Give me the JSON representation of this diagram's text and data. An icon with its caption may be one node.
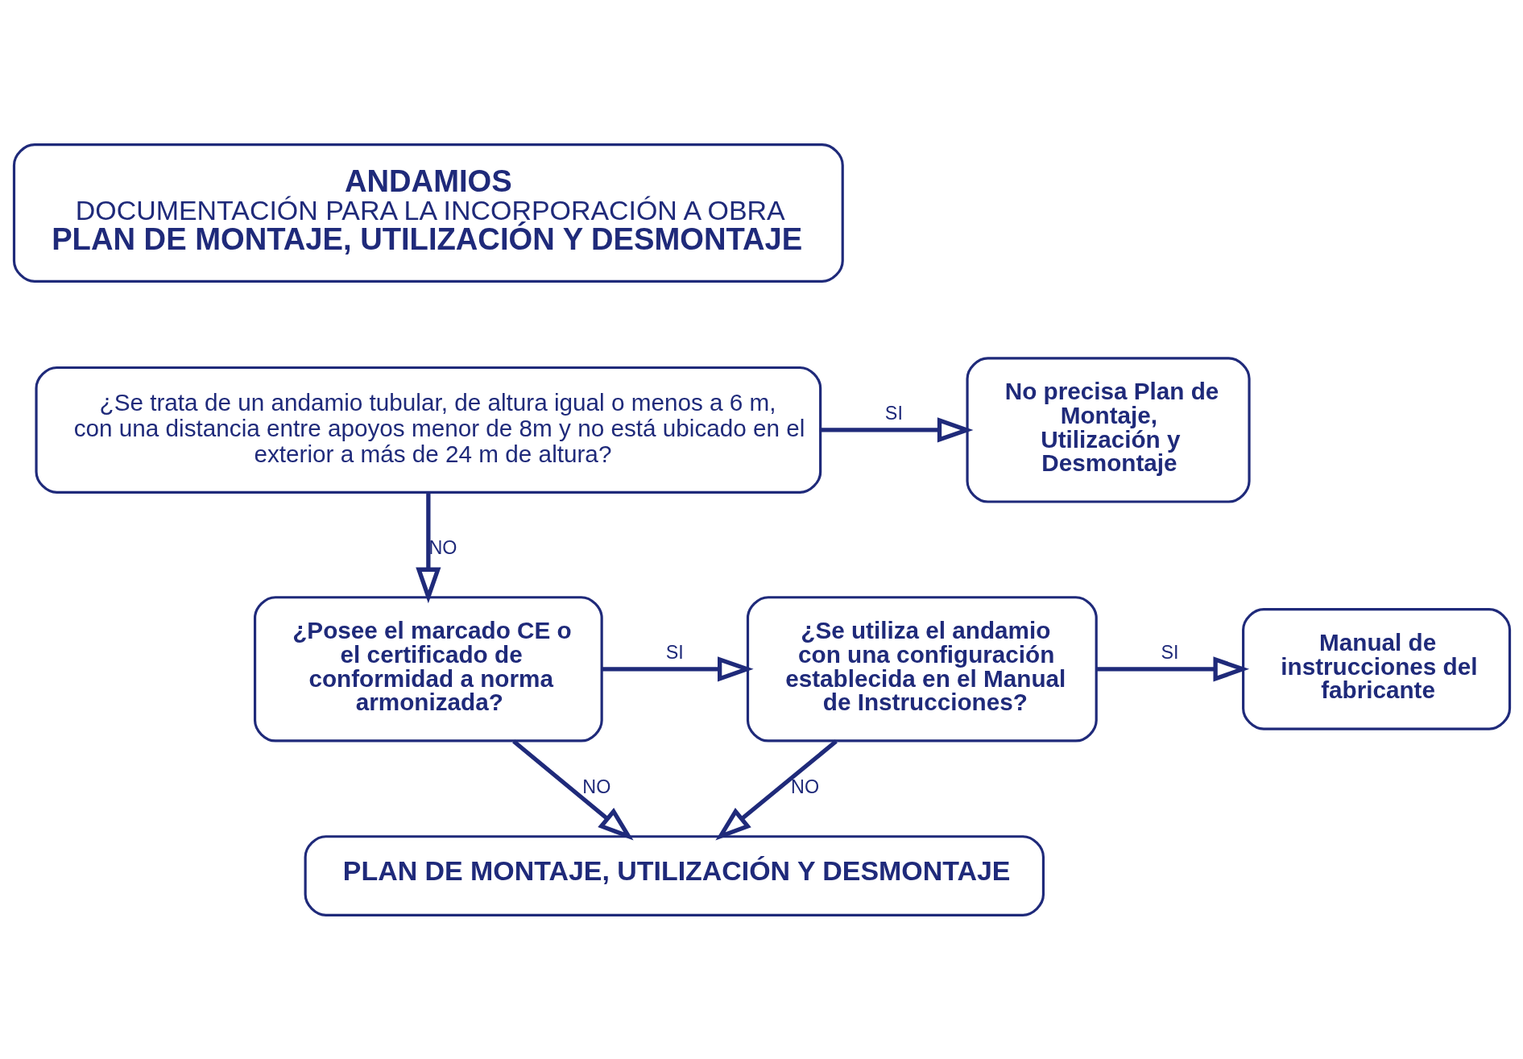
{
  "diagram": {
    "nodes": [
      {
        "text": [
          "ANDAMIOS",
          "DOCUMENTACIÓN PARA LA INCORPORACIÓN A OBRA",
          "PLAN DE MONTAJE, UTILIZACIÓN Y DESMONTAJE"
        ]
      },
      {
        "text": [
          "¿Se trata de un andamio tubular, de altura igual o menos a 6 m, con una distancia entre apoyos menor de 8m y no está ubicado en el exterior a más de 24 m de altura?"
        ]
      },
      {
        "text": [
          "No precisa Plan de Montaje, Utilización y Desmontaje"
        ]
      },
      {
        "text": [
          "¿Posee el marcado CE o el certificado de conformidad a norma armonizada?"
        ]
      },
      {
        "text": [
          "¿Se utiliza el andamio con una configuración establecida en el Manual de Instrucciones?"
        ]
      },
      {
        "text": [
          "Manual de instrucciones del fabricante"
        ]
      },
      {
        "text": [
          "PLAN DE MONTAJE, UTILIZACIÓN Y DESMONTAJE"
        ]
      }
    ],
    "edges": [
      {
        "from": 1,
        "to": 2,
        "arrow": "to",
        "label": "SI"
      },
      {
        "from": 1,
        "to": 3,
        "arrow": "to",
        "label": "NO"
      },
      {
        "from": 3,
        "to": 4,
        "arrow": "to",
        "label": "SI"
      },
      {
        "from": 4,
        "to": 5,
        "arrow": "to",
        "label": "SI"
      },
      {
        "from": 3,
        "to": 6,
        "arrow": "to",
        "label": "NO"
      },
      {
        "from": 4,
        "to": 6,
        "arrow": "to",
        "label": "NO"
      }
    ]
  }
}
